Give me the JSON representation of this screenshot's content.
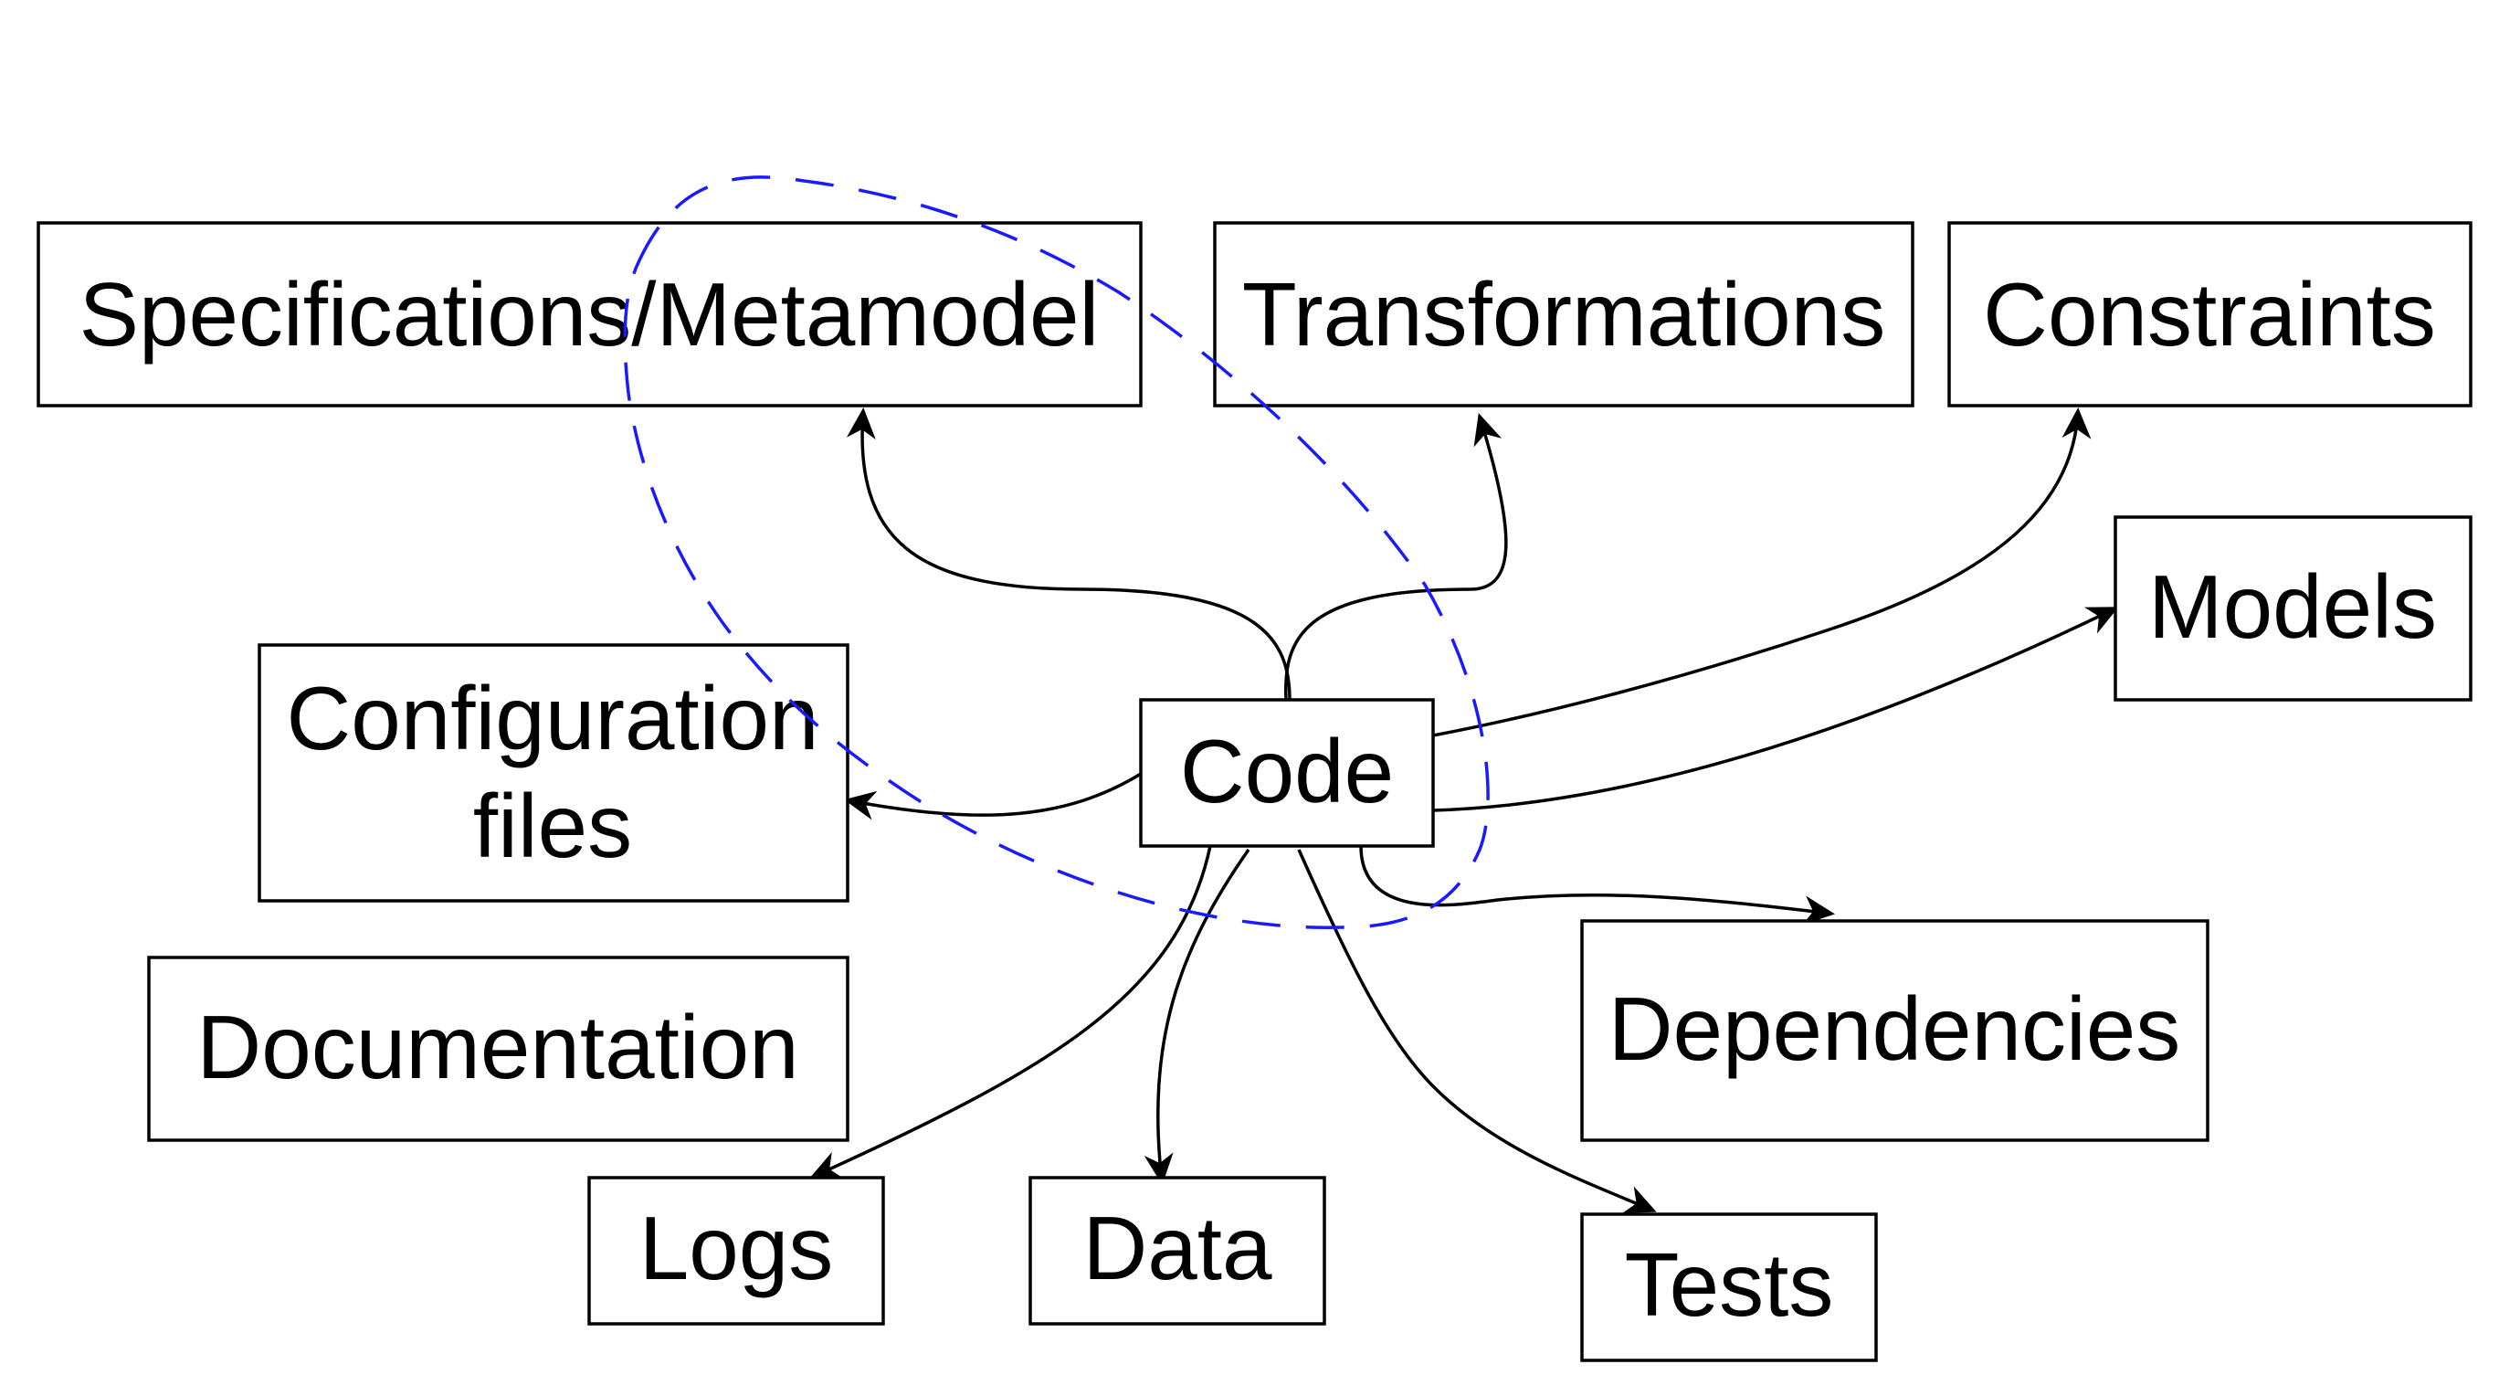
{
  "diagram": {
    "nodes": {
      "specifications": {
        "label": "Specifications/Metamodel"
      },
      "transformations": {
        "label": "Transformations"
      },
      "constraints": {
        "label": "Constraints"
      },
      "models": {
        "label": "Models"
      },
      "configuration": {
        "line1": "Configuration",
        "line2": "files"
      },
      "code": {
        "label": "Code"
      },
      "documentation": {
        "label": "Documentation"
      },
      "dependencies": {
        "label": "Dependencies"
      },
      "logs": {
        "label": "Logs"
      },
      "data": {
        "label": "Data"
      },
      "tests": {
        "label": "Tests"
      }
    },
    "edges": [
      {
        "from": "code",
        "to": "specifications",
        "style": "solid",
        "arrow": "end"
      },
      {
        "from": "code",
        "to": "transformations",
        "style": "solid",
        "arrow": "end"
      },
      {
        "from": "code",
        "to": "constraints",
        "style": "solid",
        "arrow": "end"
      },
      {
        "from": "code",
        "to": "models",
        "style": "solid",
        "arrow": "end"
      },
      {
        "from": "code",
        "to": "configuration",
        "style": "solid",
        "arrow": "end"
      },
      {
        "from": "code",
        "to": "dependencies",
        "style": "solid",
        "arrow": "end"
      },
      {
        "from": "code",
        "to": "logs",
        "style": "solid",
        "arrow": "end"
      },
      {
        "from": "code",
        "to": "data",
        "style": "solid",
        "arrow": "end"
      },
      {
        "from": "code",
        "to": "tests",
        "style": "solid",
        "arrow": "end"
      }
    ],
    "boundary": {
      "style": "dashed",
      "color": "#1a1aff"
    },
    "colors": {
      "stroke": "#000000",
      "background": "#ffffff",
      "boundary": "#1a1aff"
    }
  }
}
